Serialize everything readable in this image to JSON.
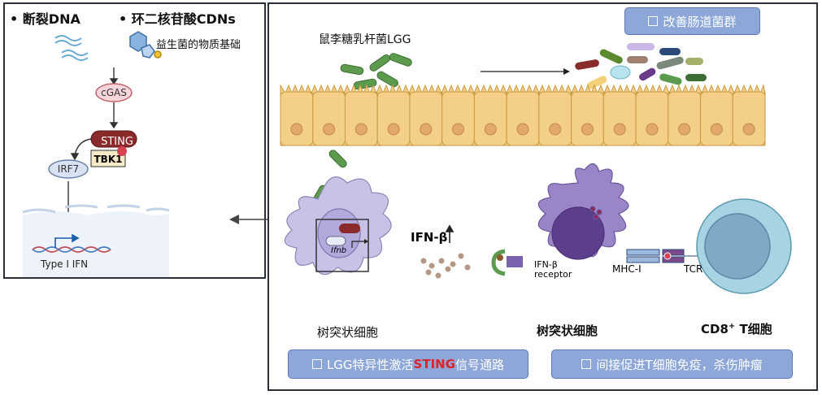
{
  "left_panel": {
    "header_bullet_1": "•  断裂DNA",
    "header_bullet_2": "•  环二核苷酸CDNs",
    "probiotic_note": "益生菌的物质基础",
    "cgas": "cGAS",
    "sting": "STING",
    "tbk1": "TBK1",
    "irf7": "IRF7",
    "type1_ifn": "Type I IFN"
  },
  "right_panel": {
    "lgg_label": "鼠李糖乳杆菌LGG",
    "improve_flora": "改善肠道菌群",
    "ifn_beta": "IFN-β",
    "dc_left_label": "树突状细胞",
    "ifnb_gene": "Ifnb",
    "receptor_label": "IFN-β\nreceptor",
    "receptor_line1": "IFN-β",
    "receptor_line2": "receptor",
    "mhc_label": "MHC-I",
    "tcr_label": "TCR",
    "dc_center_label": "树突状细胞",
    "cd8_label_main": "CD8",
    "cd8_sup": "+",
    "cd8_label_tail": " T细胞",
    "bottom_left_pre": "LGG特异性激活",
    "bottom_left_hl": "STING",
    "bottom_left_post": "信号通路",
    "bottom_right": "间接促进T细胞免疫，杀伤肿瘤"
  },
  "colors": {
    "pill_fill": "#8da7d8",
    "sting_fill": "#8b2a2a",
    "bacteria_green": "#5c9a4e",
    "dc_purple": "#7e63a8",
    "tcell_blue": "#8ec4d6",
    "highlight_red": "#e0202a"
  }
}
